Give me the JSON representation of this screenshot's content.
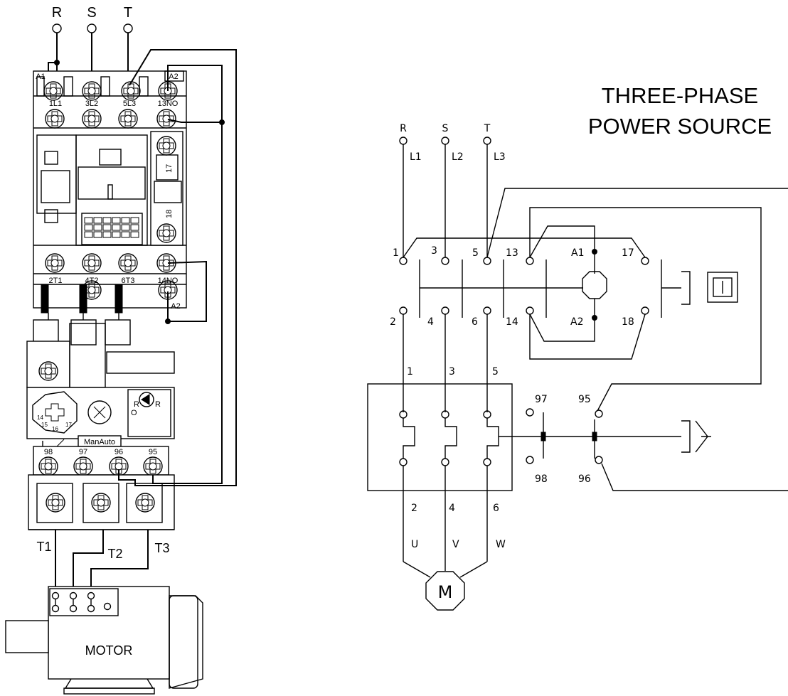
{
  "wiring": {
    "supply": [
      "R",
      "S",
      "T"
    ],
    "contactor_top": [
      "1L1",
      "3L2",
      "5L3",
      "13NO"
    ],
    "contactor_bottom": [
      "2T1",
      "4T2",
      "6T3",
      "14NO"
    ],
    "coil_a1": "A1",
    "coil_a2": "A2",
    "aux_contacts": [
      "17",
      "18"
    ],
    "relay_dial": [
      "14",
      "15",
      "16",
      "17"
    ],
    "relay_reset": [
      "R",
      "O",
      "R"
    ],
    "relay_mode": "ManAuto",
    "relay_terminals": [
      "98",
      "97",
      "96",
      "95"
    ],
    "motor_leads": [
      "T1",
      "T2",
      "T3"
    ],
    "motor_label": "MOTOR"
  },
  "schematic": {
    "title_line1": "THREE-PHASE",
    "title_line2": "POWER SOURCE",
    "phases": [
      "R",
      "S",
      "T"
    ],
    "lines": [
      "L1",
      "L2",
      "L3"
    ],
    "contact_top": [
      "1",
      "3",
      "5",
      "13"
    ],
    "contact_bottom": [
      "2",
      "4",
      "6",
      "14"
    ],
    "coil_a1": "A1",
    "coil_a2": "A2",
    "aux_top": "17",
    "aux_bottom": "18",
    "overload_in": [
      "1",
      "3",
      "5"
    ],
    "overload_out": [
      "2",
      "4",
      "6"
    ],
    "relay_97": "97",
    "relay_98": "98",
    "relay_95": "95",
    "relay_96": "96",
    "motor_leads": [
      "U",
      "V",
      "W"
    ],
    "motor_symbol": "M"
  }
}
